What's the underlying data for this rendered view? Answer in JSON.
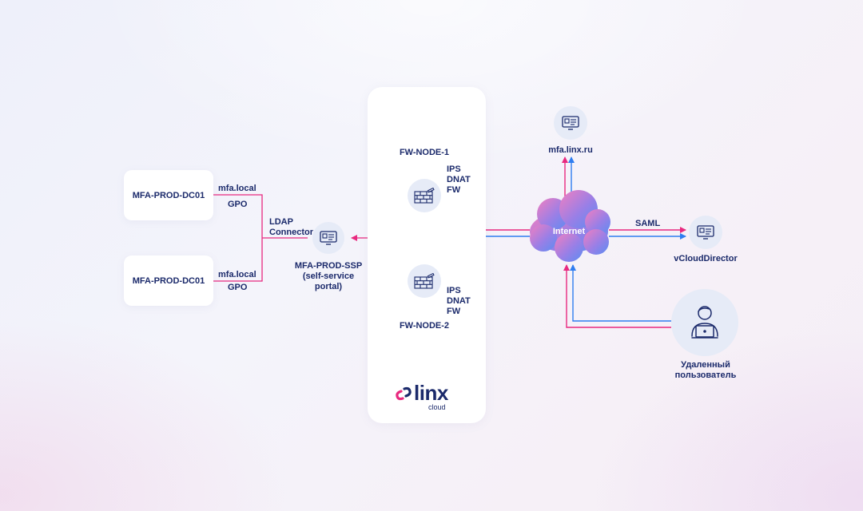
{
  "nodes": {
    "dc01_top": "MFA-PROD-DC01",
    "dc01_bottom": "MFA-PROD-DC01",
    "ssp": {
      "title": "MFA-PROD-SSP",
      "subtitle": "(self-service",
      "subtitle2": "portal)"
    },
    "fw_node_1": "FW-NODE-1",
    "fw_node_2": "FW-NODE-2",
    "mfa_linx": "mfa.linx.ru",
    "internet": "Internet",
    "vcloud": "vCloudDirector",
    "remote_user": {
      "line1": "Удаленный",
      "line2": "пользователь"
    }
  },
  "labels": {
    "mfa_local_top": "mfa.local",
    "gpo_top": "GPO",
    "mfa_local_bottom": "mfa.local",
    "gpo_bottom": "GPO",
    "ldap": "LDAP",
    "connector": "Connector",
    "saml": "SAML"
  },
  "fw_features_1": {
    "a": "IPS",
    "b": "DNAT",
    "c": "FW"
  },
  "fw_features_2": {
    "a": "IPS",
    "b": "DNAT",
    "c": "FW"
  },
  "brand": {
    "name": "linx",
    "sub": "cloud"
  },
  "colors": {
    "pink": "#e8297f",
    "blue": "#2f7df0",
    "navy": "#1b2a6b",
    "iconbg": "#e6ebf7"
  },
  "icons": {
    "monitor": "monitor-icon",
    "firewall": "firewall-icon",
    "cloud": "cloud-icon",
    "user": "user-laptop-icon",
    "logo": "linx-logo-icon"
  }
}
